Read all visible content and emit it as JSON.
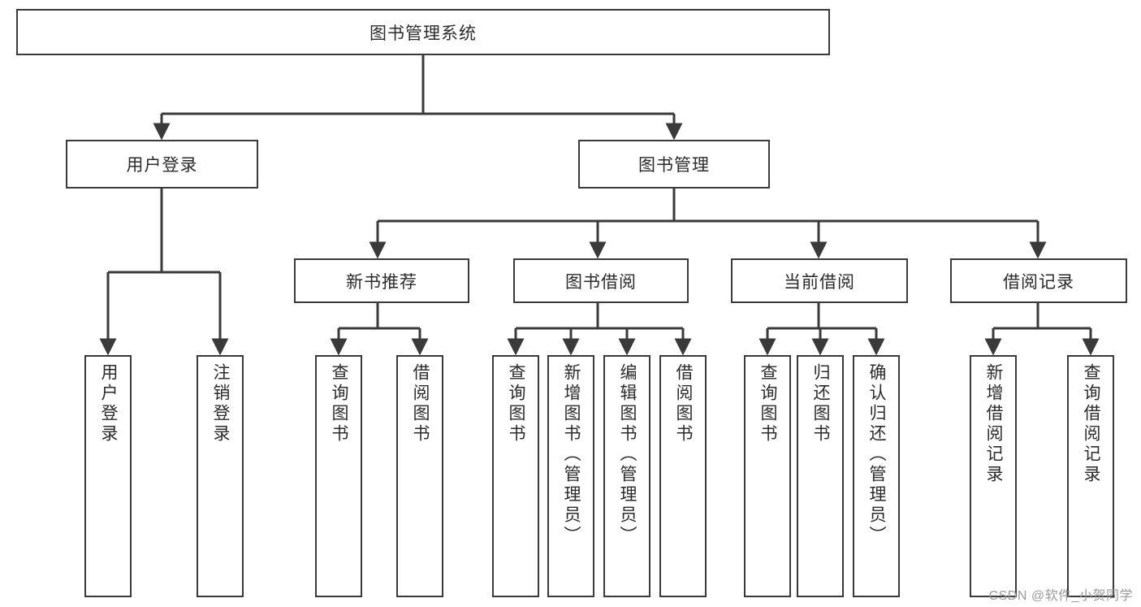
{
  "diagram": {
    "title_node": {
      "label": "图书管理系统"
    },
    "level2": [
      {
        "id": "user-login",
        "label": "用户登录"
      },
      {
        "id": "book-management",
        "label": "图书管理"
      }
    ],
    "level3": [
      {
        "id": "new-book-recommend",
        "label": "新书推荐"
      },
      {
        "id": "book-borrow",
        "label": "图书借阅"
      },
      {
        "id": "current-borrow",
        "label": "当前借阅"
      },
      {
        "id": "borrow-record",
        "label": "借阅记录"
      }
    ],
    "leaves": {
      "user_login": [
        {
          "id": "leaf-user-login",
          "label": "用户登录"
        },
        {
          "id": "leaf-logout-login",
          "label": "注销登录"
        }
      ],
      "new_book_recommend": [
        {
          "id": "leaf-query-book-1",
          "label": "查询图书"
        },
        {
          "id": "leaf-borrow-book-1",
          "label": "借阅图书"
        }
      ],
      "book_borrow": [
        {
          "id": "leaf-query-book-2",
          "label": "查询图书"
        },
        {
          "id": "leaf-add-book",
          "label": "新增图书（管理员）"
        },
        {
          "id": "leaf-edit-book",
          "label": "编辑图书（管理员）"
        },
        {
          "id": "leaf-borrow-book-2",
          "label": "借阅图书"
        }
      ],
      "current_borrow": [
        {
          "id": "leaf-query-book-3",
          "label": "查询图书"
        },
        {
          "id": "leaf-return-book",
          "label": "归还图书"
        },
        {
          "id": "leaf-confirm-return",
          "label": "确认归还（管理员）"
        }
      ],
      "borrow_record": [
        {
          "id": "leaf-add-borrow-record",
          "label": "新增借阅记录"
        },
        {
          "id": "leaf-query-borrow-record",
          "label": "查询借阅记录"
        }
      ]
    }
  },
  "watermark": {
    "text": "CSDN @软件_小贺同学"
  },
  "colors": {
    "border": "#3a3a3a",
    "text": "#2b2b2b",
    "background": "#ffffff",
    "connector": "#3a3a3a",
    "watermark": "#9a9a9a"
  }
}
